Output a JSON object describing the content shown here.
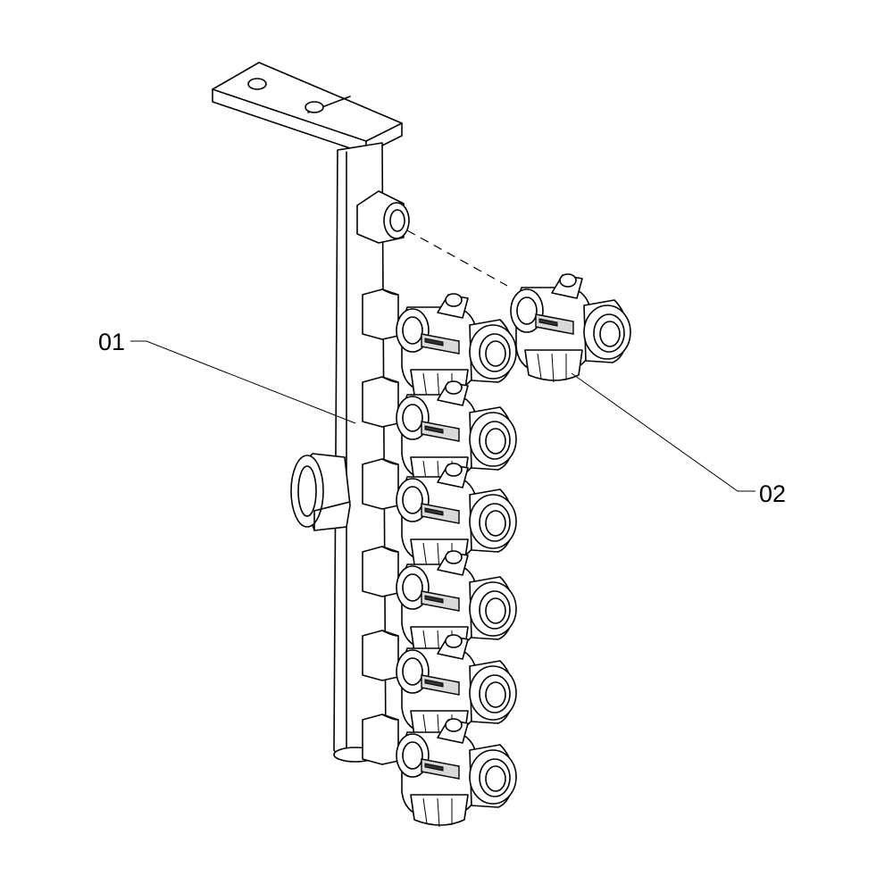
{
  "callouts": [
    {
      "id": "part-01",
      "text": "01"
    },
    {
      "id": "part-02",
      "text": "02"
    }
  ],
  "valves_on_manifold": 6,
  "colors": {
    "line": "#000000",
    "shade": "#d9d9d9",
    "background": "#ffffff"
  }
}
